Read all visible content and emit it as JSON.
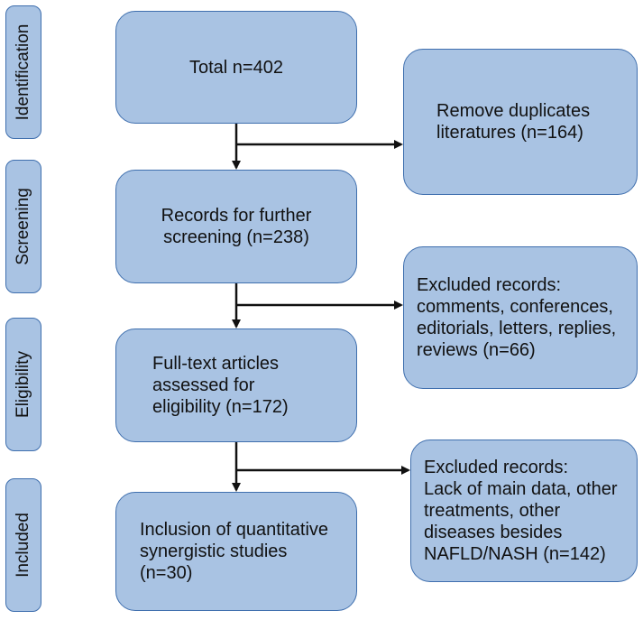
{
  "stages": [
    {
      "label": "Identification"
    },
    {
      "label": "Screening"
    },
    {
      "label": "Eligibility"
    },
    {
      "label": "Included"
    }
  ],
  "flow": {
    "total": "Total n=402",
    "screening": [
      "Records for further",
      "screening (n=238)"
    ],
    "fulltext": [
      "Full-text articles",
      "assessed for",
      "eligibility (n=172)"
    ],
    "included": [
      "Inclusion of quantitative",
      "synergistic studies",
      "(n=30)"
    ]
  },
  "exclusions": {
    "duplicates": [
      "Remove duplicates",
      "literatures (n=164)"
    ],
    "records": [
      "Excluded records:",
      "comments, conferences,",
      "editorials, letters, replies,",
      "reviews (n=66)"
    ],
    "data": [
      "Excluded records:",
      "Lack of main data, other",
      "treatments, other",
      "diseases besides",
      "NAFLD/NASH (n=142)"
    ]
  },
  "colors": {
    "box_fill": "#a9c3e3",
    "box_border": "#3f6fae",
    "arrow": "#111111"
  }
}
